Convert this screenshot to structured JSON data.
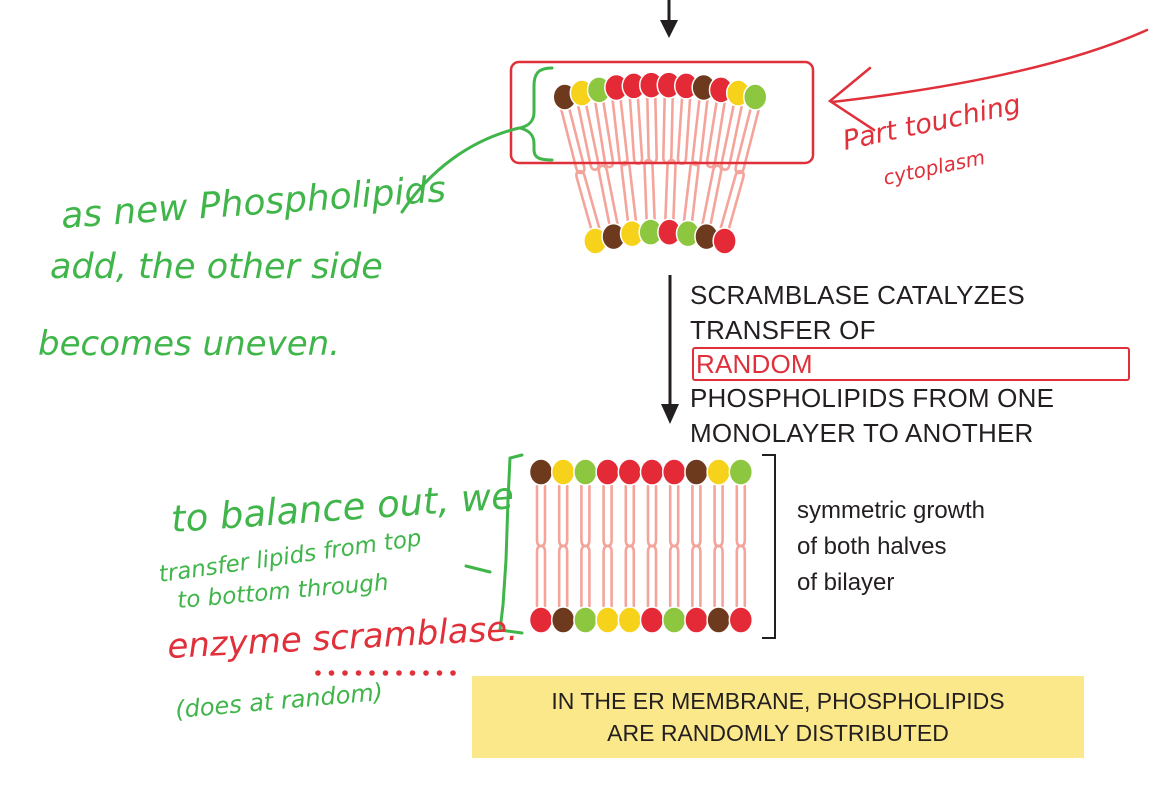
{
  "colors": {
    "lipid_red": "#e32a36",
    "lipid_brown": "#6e3a1e",
    "lipid_yellow": "#f6d21a",
    "lipid_green": "#8dc63f",
    "tail_salmon": "#f4a49a",
    "ink_green": "#3fb54a",
    "ink_red": "#e0303a",
    "banner_yellow": "#fbe88a"
  },
  "lipids": {
    "curved_top": [
      "brown",
      "yellow",
      "green",
      "red",
      "red",
      "red",
      "red",
      "red",
      "brown",
      "red",
      "yellow",
      "green"
    ],
    "curved_bottom": [
      "yellow",
      "brown",
      "yellow",
      "green",
      "red",
      "green",
      "brown",
      "red"
    ],
    "flat_top": [
      "brown",
      "yellow",
      "green",
      "red",
      "red",
      "red",
      "red",
      "brown",
      "yellow",
      "green"
    ],
    "flat_bottom": [
      "red",
      "brown",
      "green",
      "yellow",
      "yellow",
      "red",
      "green",
      "red",
      "brown",
      "red"
    ]
  },
  "step_text": {
    "line1": "SCRAMBLASE CATALYZES",
    "line2_prefix": "TRANSFER OF",
    "line2_highlight": "RANDOM",
    "line3": "PHOSPHOLIPIDS FROM ONE",
    "line4": "MONOLAYER TO ANOTHER"
  },
  "side_label": {
    "line1": "symmetric growth",
    "line2": "of both halves",
    "line3": "of bilayer"
  },
  "result_box": {
    "line1": "IN THE ER MEMBRANE, PHOSPHOLIPIDS",
    "line2": "ARE RANDOMLY DISTRIBUTED"
  },
  "annotations": {
    "part_touching_1": "Part touching",
    "part_touching_2": "cytoplasm",
    "green_note_1": "as new Phospholipids",
    "green_note_2": "add, the other side",
    "green_note_3": "becomes uneven.",
    "balance_1": "to balance out, we",
    "balance_2": "transfer lipids from top",
    "balance_3": "to bottom through",
    "enzyme": "enzyme scramblase.",
    "does_random": "(does at random)"
  }
}
